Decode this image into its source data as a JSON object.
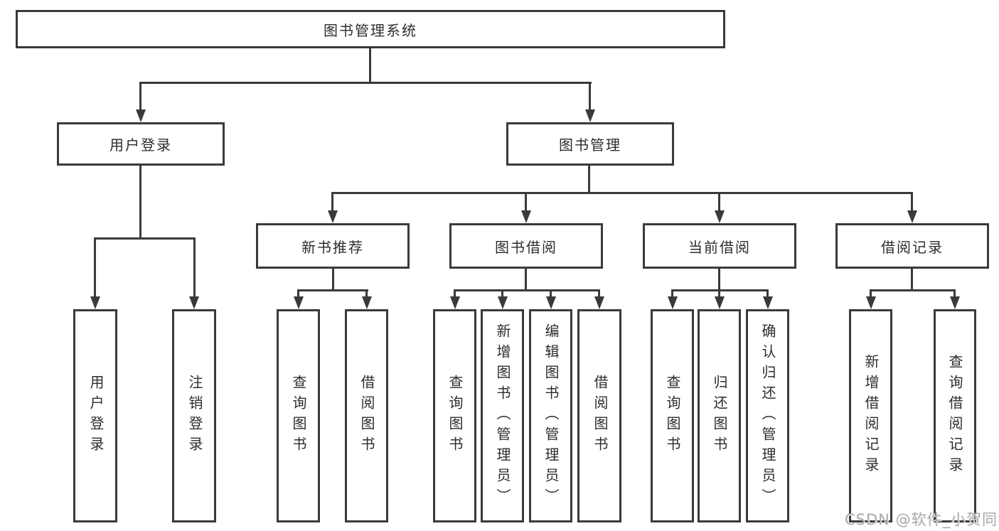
{
  "diagram": {
    "root": "图书管理系统",
    "user_login": {
      "label": "用户登录",
      "children": [
        "用户登录",
        "注销登录"
      ]
    },
    "book_mgmt": {
      "label": "图书管理",
      "sections": [
        {
          "label": "新书推荐",
          "children": [
            "查询图书",
            "借阅图书"
          ]
        },
        {
          "label": "图书借阅",
          "children": [
            "查询图书",
            "新增图书（管理员）",
            "编辑图书（管理员）",
            "借阅图书"
          ]
        },
        {
          "label": "当前借阅",
          "children": [
            "查询图书",
            "归还图书",
            "确认归还（管理员）"
          ]
        },
        {
          "label": "借阅记录",
          "children": [
            "新增借阅记录",
            "查询借阅记录"
          ]
        }
      ]
    }
  },
  "colors": {
    "line": "#3a3a3a",
    "text": "#2d2d2d",
    "watermark": "#ababab"
  },
  "watermark": "CSDN @软件_小贺同学"
}
